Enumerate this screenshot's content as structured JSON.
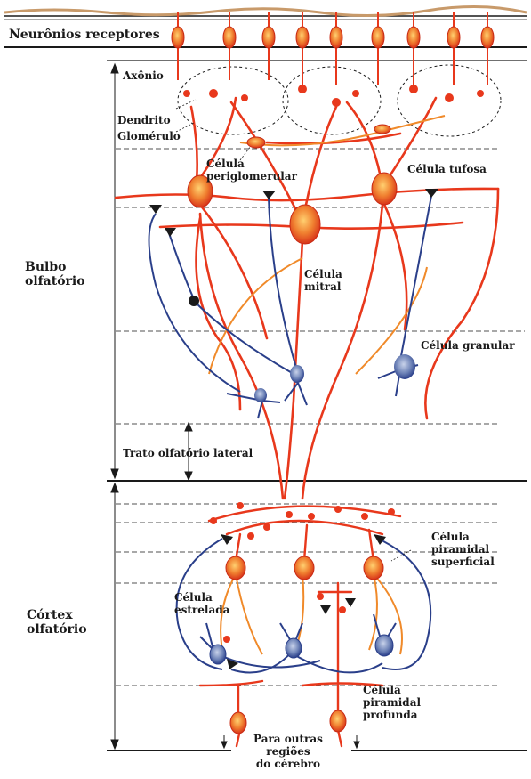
{
  "labels": {
    "receptor_neurons": "Neurônios receptores",
    "axon": "Axônio",
    "dendrite": "Dendrito",
    "glomerulus": "Glomérulo",
    "periglomerular_l1": "Célula",
    "periglomerular_l2": "periglomerular",
    "tufted": "Célula tufosa",
    "olfactory_bulb_l1": "Bulbo",
    "olfactory_bulb_l2": "olfatório",
    "mitral_l1": "Célula",
    "mitral_l2": "mitral",
    "granule": "Célula granular",
    "lateral_olfactory_tract": "Trato olfatório lateral",
    "superficial_pyramidal_l1": "Célula",
    "superficial_pyramidal_l2": "piramidal",
    "superficial_pyramidal_l3": "superficial",
    "olfactory_cortex_l1": "Córtex",
    "olfactory_cortex_l2": "olfatório",
    "stellate_l1": "Célula",
    "stellate_l2": "estrelada",
    "deep_pyramidal_l1": "Célula",
    "deep_pyramidal_l2": "piramidal",
    "deep_pyramidal_l3": "profunda",
    "other_regions_l1": "Para outras",
    "other_regions_l2": "regiões",
    "other_regions_l3": "do cérebro"
  },
  "colors": {
    "neuron_red": "#e8381c",
    "neuron_orange": "#f08a2a",
    "neuron_blue": "#2a3f8a",
    "soma_yellow": "#f5b04a",
    "line": "#1a1a1a"
  }
}
